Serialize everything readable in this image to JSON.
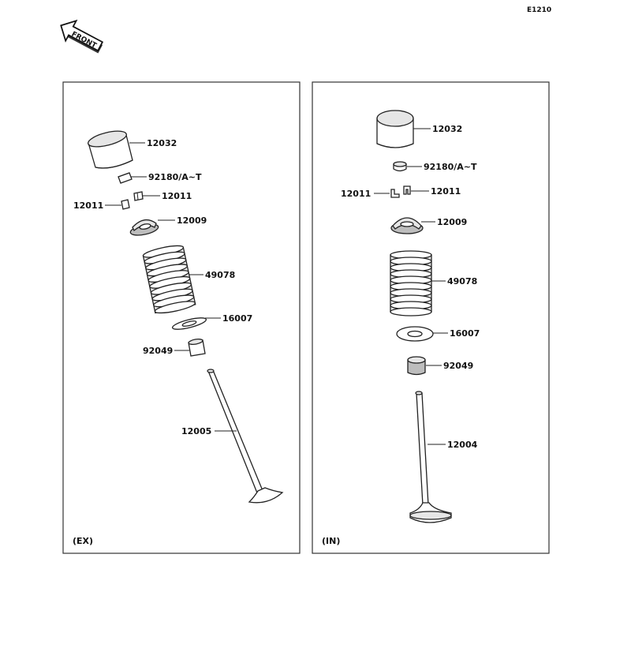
{
  "diagram_code": "E1210",
  "front_label": "FRONT",
  "panels": {
    "exhaust": {
      "label": "(EX)",
      "parts": {
        "lifter": "12032",
        "shim": "92180/A~T",
        "cotter_right": "12011",
        "cotter_left": "12011",
        "retainer": "12009",
        "spring": "49078",
        "spring_seat": "16007",
        "stem_seal": "92049",
        "valve": "12005"
      }
    },
    "intake": {
      "label": "(IN)",
      "parts": {
        "lifter": "12032",
        "shim": "92180/A~T",
        "cotter_left": "12011",
        "cotter_right": "12011",
        "retainer": "12009",
        "spring": "49078",
        "spring_seat": "16007",
        "stem_seal": "92049",
        "valve": "12004"
      }
    }
  },
  "colors": {
    "line": "#222222",
    "frame": "#333333",
    "background": "#ffffff"
  }
}
